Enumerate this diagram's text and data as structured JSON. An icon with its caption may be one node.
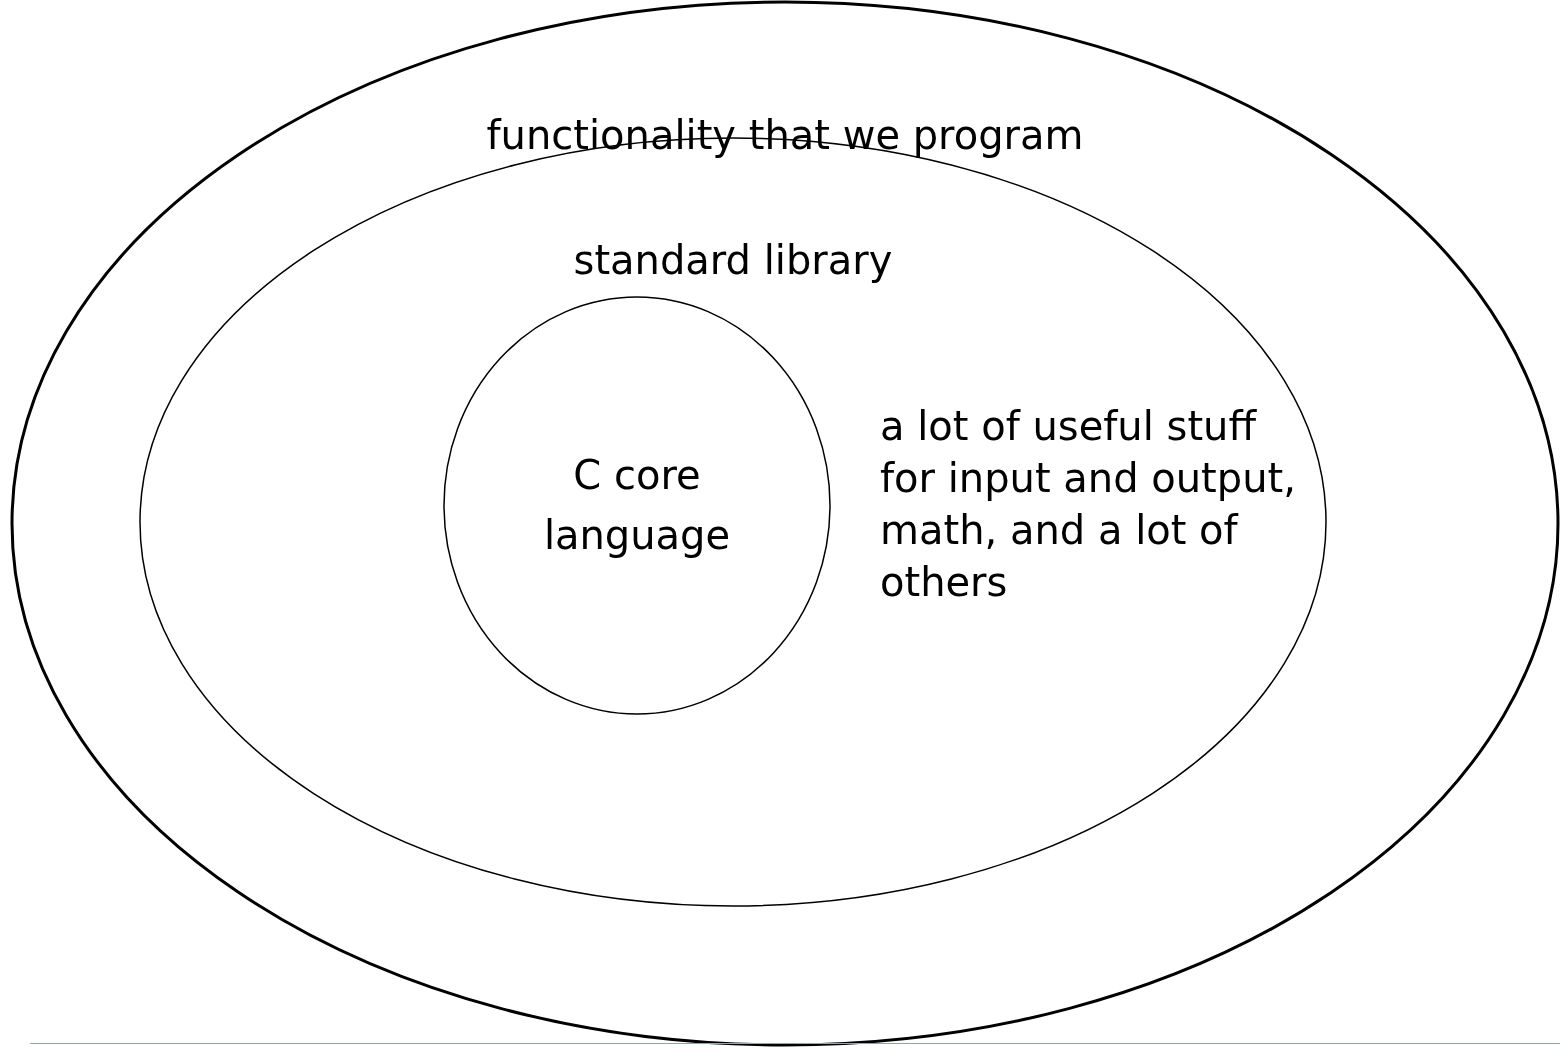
{
  "diagram": {
    "nodes": [
      {
        "text": [
          "functionality that we program"
        ]
      },
      {
        "text": [
          "standard library",
          "a lot of useful stuff for input and output, math, and a lot of others"
        ],
        "in": 0
      },
      {
        "text": [
          "C core language"
        ],
        "in": 1
      }
    ]
  }
}
